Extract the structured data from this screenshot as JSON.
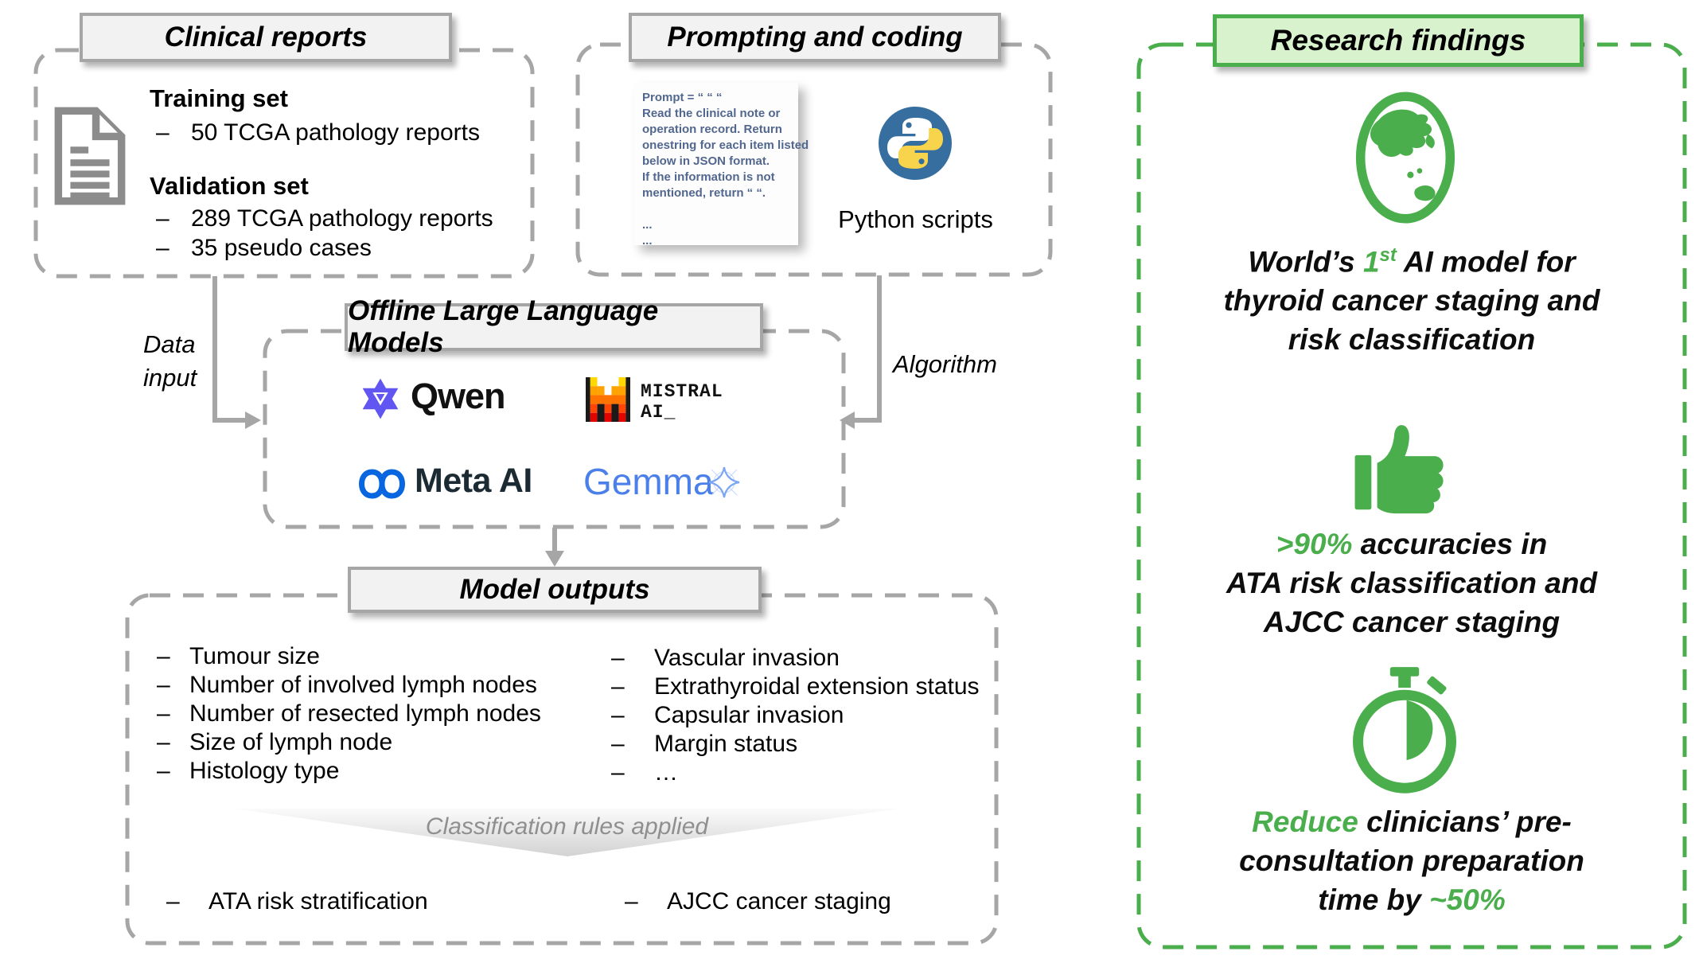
{
  "clinical": {
    "title": "Clinical reports",
    "training_label": "Training set",
    "training_item": "50 TCGA pathology reports",
    "validation_label": "Validation set",
    "validation_item1": "289 TCGA pathology reports",
    "validation_item2": "35 pseudo cases"
  },
  "prompting": {
    "title": "Prompting and coding",
    "prompt_lines": [
      "Prompt = “ “ “",
      "Read the clinical note or",
      "operation record. Return",
      "onestring for each item listed",
      "below in JSON format.",
      "If the information is not",
      "mentioned, return “ “.",
      "",
      "...",
      "..."
    ],
    "python_label": "Python scripts"
  },
  "llm": {
    "title": "Offline Large Language Models",
    "qwen_label": "Qwen",
    "mistral_label_line1": "MISTRAL",
    "mistral_label_line2": "AI_",
    "meta_label": "Meta AI",
    "gemma_label": "Gemma"
  },
  "outputs": {
    "title": "Model outputs",
    "col1": [
      "Tumour size",
      "Number of involved lymph nodes",
      "Number of resected lymph nodes",
      "Size of lymph node",
      "Histology type"
    ],
    "col2": [
      "Vascular invasion",
      "Extrathyroidal extension status",
      "Capsular invasion",
      "Margin status",
      "…"
    ],
    "chevron_label": "Classification rules applied",
    "result1": "ATA risk stratification",
    "result2": "AJCC cancer staging"
  },
  "labels": {
    "data_input": "Data input",
    "algorithm": "Algorithm",
    "dash": "–"
  },
  "findings": {
    "title": "Research findings",
    "f1_black1": "World’s ",
    "f1_green": "1",
    "f1_green_sup": "st",
    "f1_black2": " AI model for",
    "f1_line2": "thyroid cancer staging and",
    "f1_line3": "risk classification",
    "f2_green": ">90%",
    "f2_black1": " accuracies in",
    "f2_line2": "ATA risk classification and",
    "f2_line3": "AJCC cancer staging",
    "f3_green1": "Reduce",
    "f3_black1": " clinicians’ pre-",
    "f3_line2": "consultation preparation",
    "f3_black2": "time by ",
    "f3_green2": "~50%"
  },
  "colors": {
    "green": "#4aae4c",
    "green_light_fill": "#d9f2ce",
    "gray_border": "#a6a6a6",
    "gray_box_fill": "#f2f2f2",
    "prompt_text_blue": "#51678f",
    "python_blue": "#366f9f",
    "python_yellow": "#f7d44c",
    "qwen_purple": "#6156f2",
    "meta_blue": "#0866e0",
    "gemma_blue": "#4b7fea"
  }
}
